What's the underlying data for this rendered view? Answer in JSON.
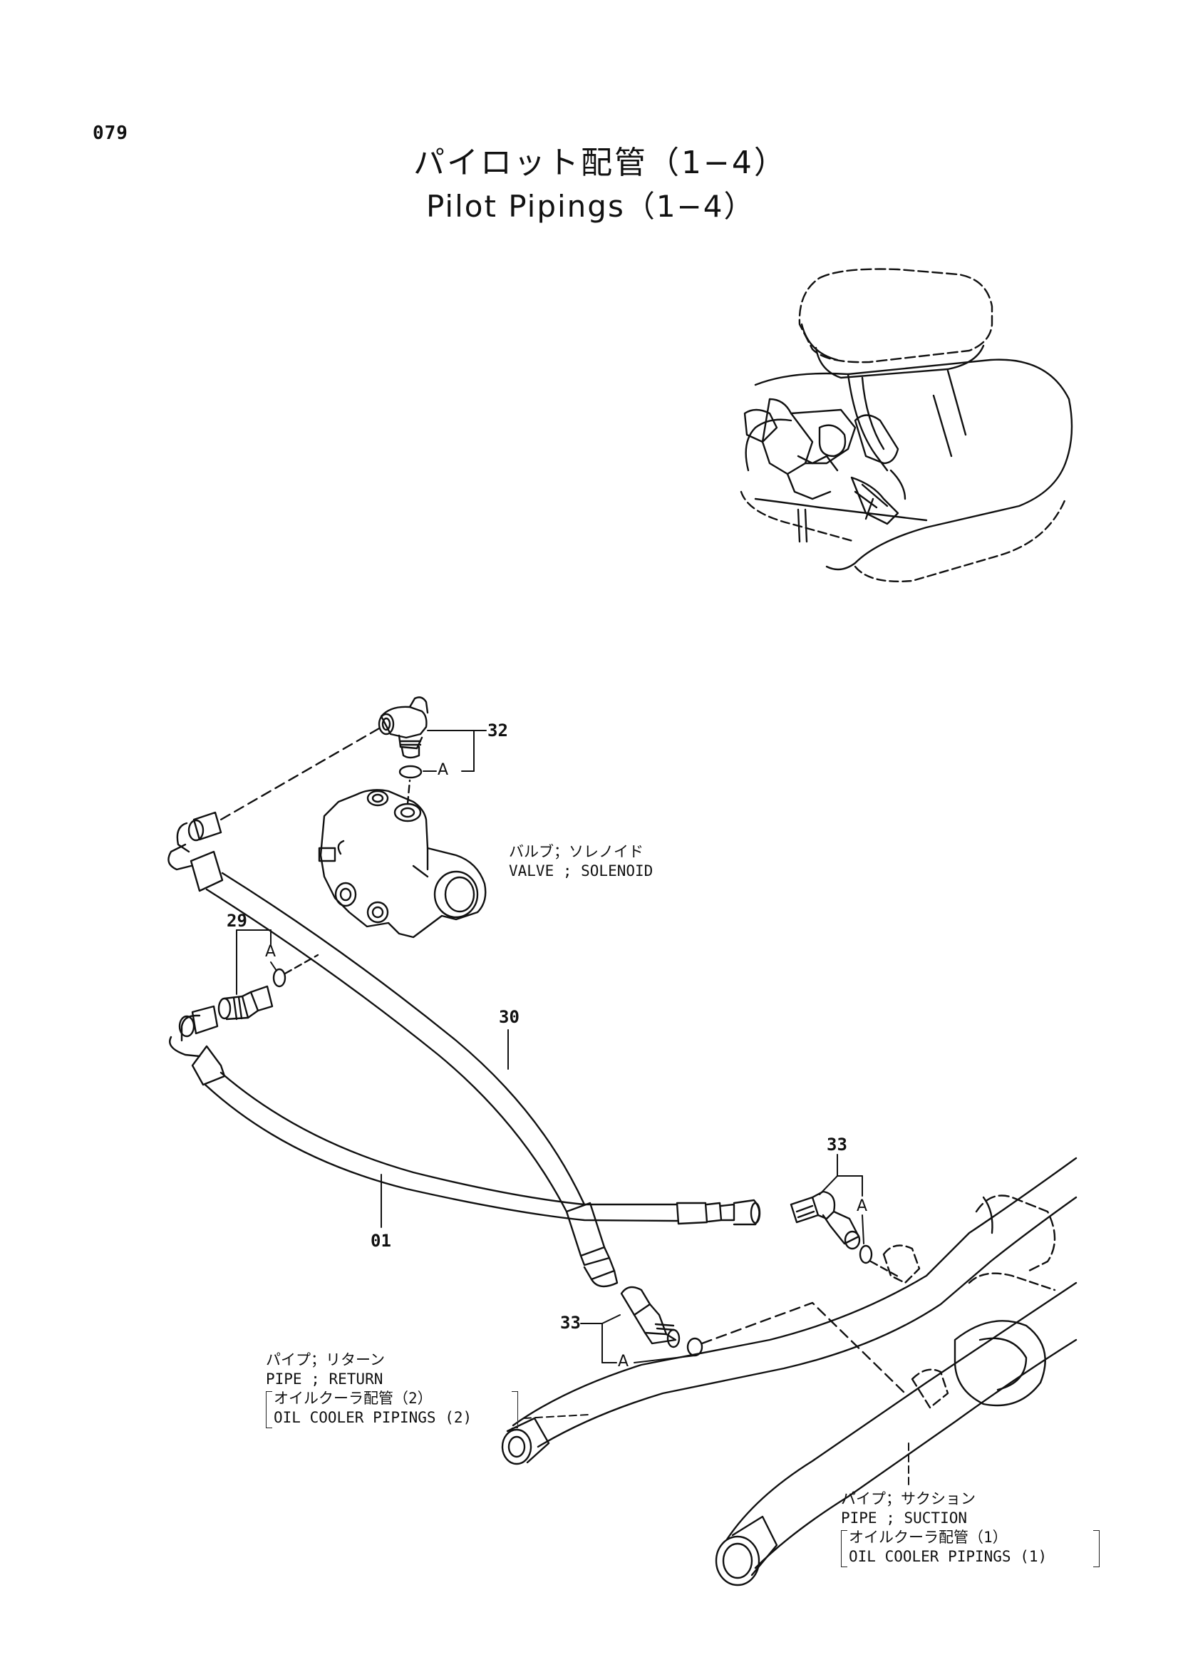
{
  "page_number": "079",
  "title_jp": "パイロット配管（1−4）",
  "title_en": "Pilot Pipings（1−4）",
  "parts": {
    "p32": "32",
    "p29": "29",
    "p30": "30",
    "p33a": "33",
    "p33b": "33",
    "p01": "01"
  },
  "ref_letter": "A",
  "callouts": {
    "valve_jp": "バルブ；ソレノイド",
    "valve_en": "VALVE ; SOLENOID",
    "return_jp": "パイプ；リターン",
    "return_en": "PIPE ; RETURN",
    "return_ref_jp": "オイルクーラ配管（2）",
    "return_ref_en": "OIL COOLER PIPINGS (2)",
    "suction_jp": "パイプ；サクション",
    "suction_en": "PIPE ; SUCTION",
    "suction_ref_jp": "オイルクーラ配管（1）",
    "suction_ref_en": "OIL COOLER PIPINGS (1)"
  }
}
